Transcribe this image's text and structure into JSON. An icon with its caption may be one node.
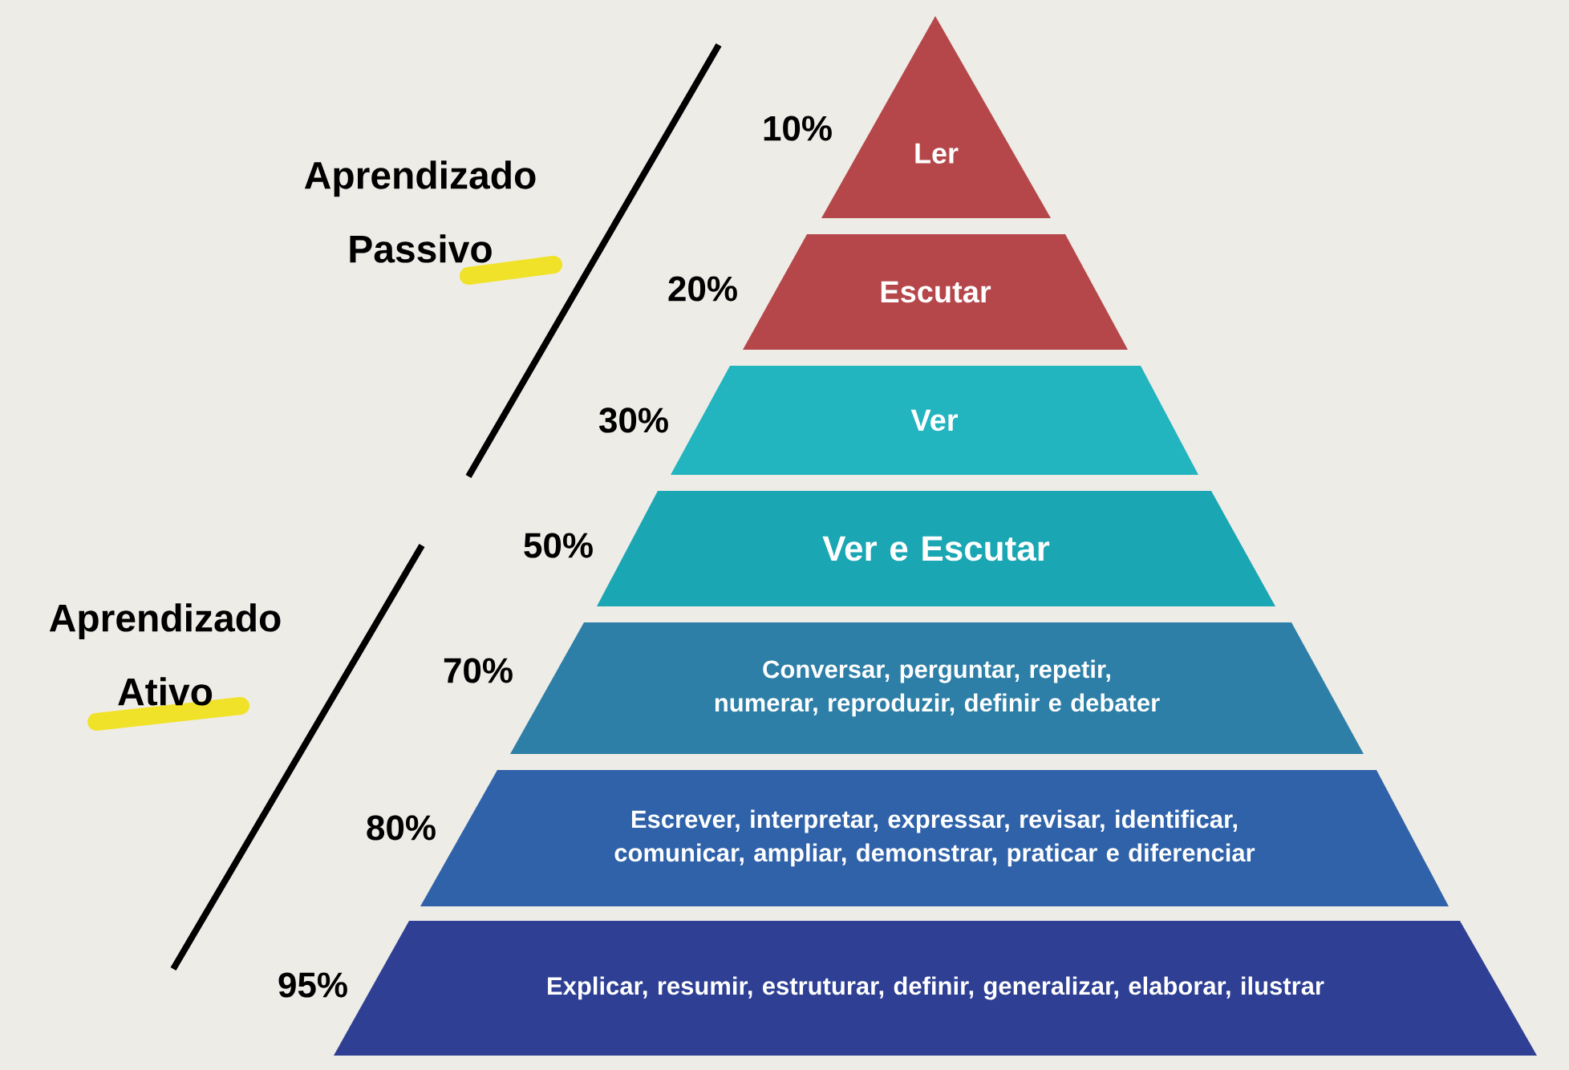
{
  "diagram": {
    "nodes": [
      {
        "text": [
          "Ler"
        ],
        "beside": [
          "10%"
        ]
      },
      {
        "text": [
          "Escutar"
        ],
        "beside": [
          "20%"
        ]
      },
      {
        "text": [
          "Ver"
        ],
        "beside": [
          "30%"
        ]
      },
      {
        "text": [
          "Ver e Escutar"
        ],
        "beside": [
          "50%"
        ]
      },
      {
        "text": [
          "Conversar, perguntar, repetir, numerar, reproduzir, definir e debater"
        ],
        "beside": [
          "70%"
        ]
      },
      {
        "text": [
          "Escrever, interpretar, expressar, revisar, identificar, comunicar, ampliar, demonstrar, praticar e diferenciar"
        ],
        "beside": [
          "80%"
        ]
      },
      {
        "text": [
          "Explicar, resumir, estruturar, definir, generalizar, elaborar, ilustrar"
        ],
        "beside": [
          "95%"
        ]
      }
    ],
    "labels": [
      "Aprendizado Passivo",
      "Aprendizado Ativo"
    ]
  }
}
